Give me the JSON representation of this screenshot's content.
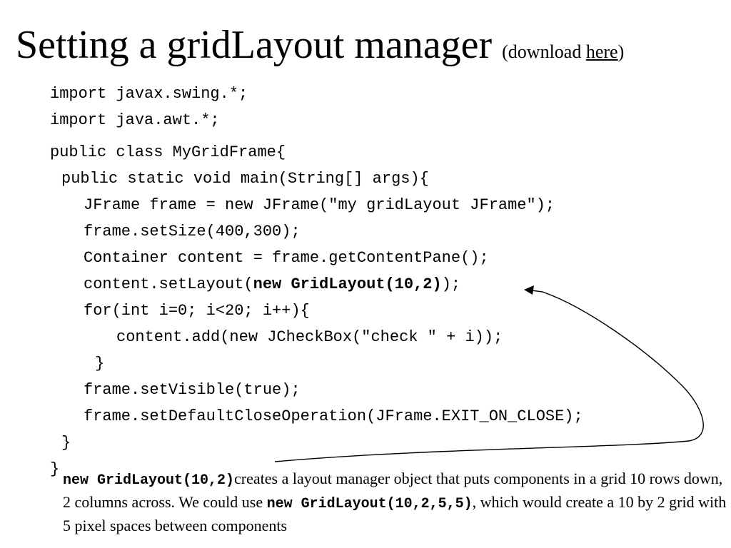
{
  "title": {
    "main": "Setting a gridLayout manager",
    "open_paren": "(download ",
    "link": "here",
    "close_paren": ")"
  },
  "code": {
    "l1": "import javax.swing.*;",
    "l2": "import java.awt.*;",
    "l3": "public class MyGridFrame{",
    "l4": "public static void main(String[] args){",
    "l5": "JFrame frame = new JFrame(\"my gridLayout JFrame\");",
    "l6": "frame.setSize(400,300);",
    "l7": "Container content = frame.getContentPane();",
    "l8_pre": "content.setLayout(",
    "l8_bold": "new GridLayout(10,2)",
    "l8_post": ");",
    "l9": "for(int i=0; i<20; i++){",
    "l10": "content.add(new JCheckBox(\"check \" + i));",
    "l11": "}",
    "l12": "frame.setVisible(true);",
    "l13": "frame.setDefaultCloseOperation(JFrame.EXIT_ON_CLOSE);",
    "l14": "}",
    "l15": "}"
  },
  "explanation": {
    "code1": "new GridLayout(10,2)",
    "text1": "creates a layout manager object that puts components in a grid 10 rows down, 2 columns across. We could use ",
    "code2": "new GridLayout(10,2,5,5)",
    "text2": ", which would create a 10 by 2 grid with 5 pixel spaces between components"
  }
}
